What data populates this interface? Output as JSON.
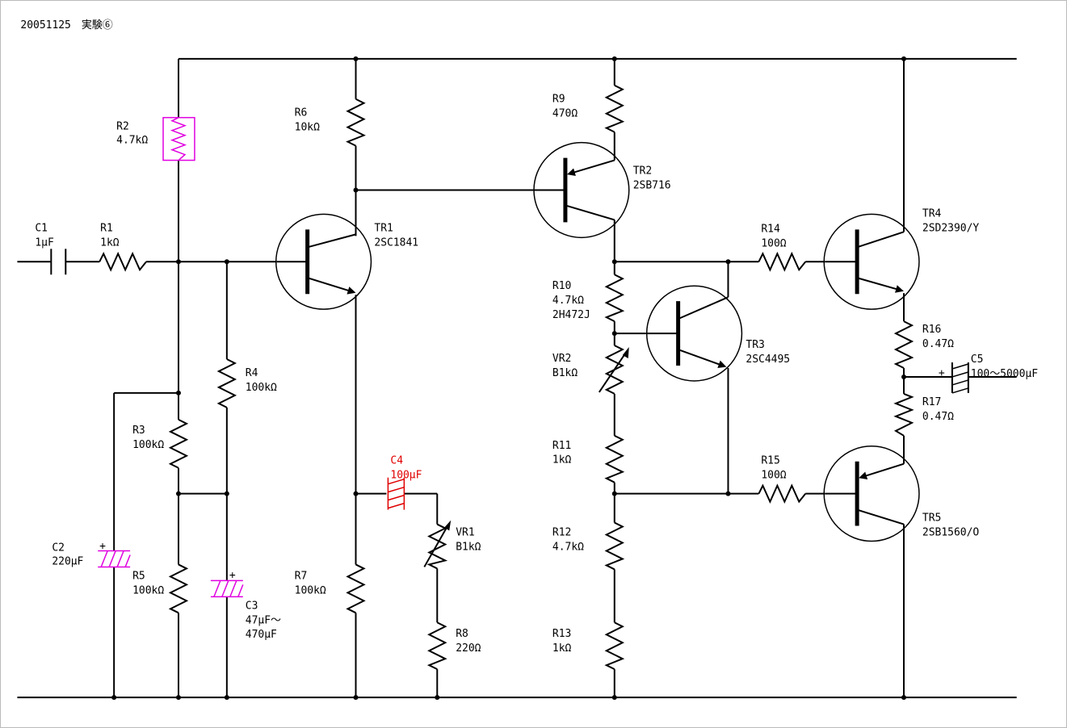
{
  "header": {
    "title": "20051125　実験⑥"
  },
  "colors": {
    "wire": "#000000",
    "highlight_magenta": "#e000e0",
    "highlight_red": "#e00000"
  },
  "components": {
    "C1": {
      "ref": "C1",
      "value": "1μF"
    },
    "R1": {
      "ref": "R1",
      "value": "1kΩ"
    },
    "R2": {
      "ref": "R2",
      "value": "4.7kΩ"
    },
    "R3": {
      "ref": "R3",
      "value": "100kΩ"
    },
    "R4": {
      "ref": "R4",
      "value": "100kΩ"
    },
    "R5": {
      "ref": "R5",
      "value": "100kΩ"
    },
    "C2": {
      "ref": "C2",
      "value": "220μF",
      "polarity": "+"
    },
    "C3": {
      "ref": "C3",
      "value": "47μF～",
      "value2": "470μF",
      "polarity": "+"
    },
    "R6": {
      "ref": "R6",
      "value": "10kΩ"
    },
    "R7": {
      "ref": "R7",
      "value": "100kΩ"
    },
    "TR1": {
      "ref": "TR1",
      "value": "2SC1841"
    },
    "C4": {
      "ref": "C4",
      "value": "100μF"
    },
    "VR1": {
      "ref": "VR1",
      "value": "B1kΩ"
    },
    "R8": {
      "ref": "R8",
      "value": "220Ω"
    },
    "R9": {
      "ref": "R9",
      "value": "470Ω"
    },
    "TR2": {
      "ref": "TR2",
      "value": "2SB716"
    },
    "R10": {
      "ref": "R10",
      "value": "4.7kΩ",
      "value2": "2H472J"
    },
    "VR2": {
      "ref": "VR2",
      "value": "B1kΩ"
    },
    "R11": {
      "ref": "R11",
      "value": "1kΩ"
    },
    "R12": {
      "ref": "R12",
      "value": "4.7kΩ"
    },
    "R13": {
      "ref": "R13",
      "value": "1kΩ"
    },
    "TR3": {
      "ref": "TR3",
      "value": "2SC4495"
    },
    "R14": {
      "ref": "R14",
      "value": "100Ω"
    },
    "R15": {
      "ref": "R15",
      "value": "100Ω"
    },
    "TR4": {
      "ref": "TR4",
      "value": "2SD2390/Y"
    },
    "TR5": {
      "ref": "TR5",
      "value": "2SB1560/O"
    },
    "R16": {
      "ref": "R16",
      "value": "0.47Ω"
    },
    "R17": {
      "ref": "R17",
      "value": "0.47Ω"
    },
    "C5": {
      "ref": "C5",
      "value": "100～5000μF",
      "polarity": "+"
    }
  }
}
